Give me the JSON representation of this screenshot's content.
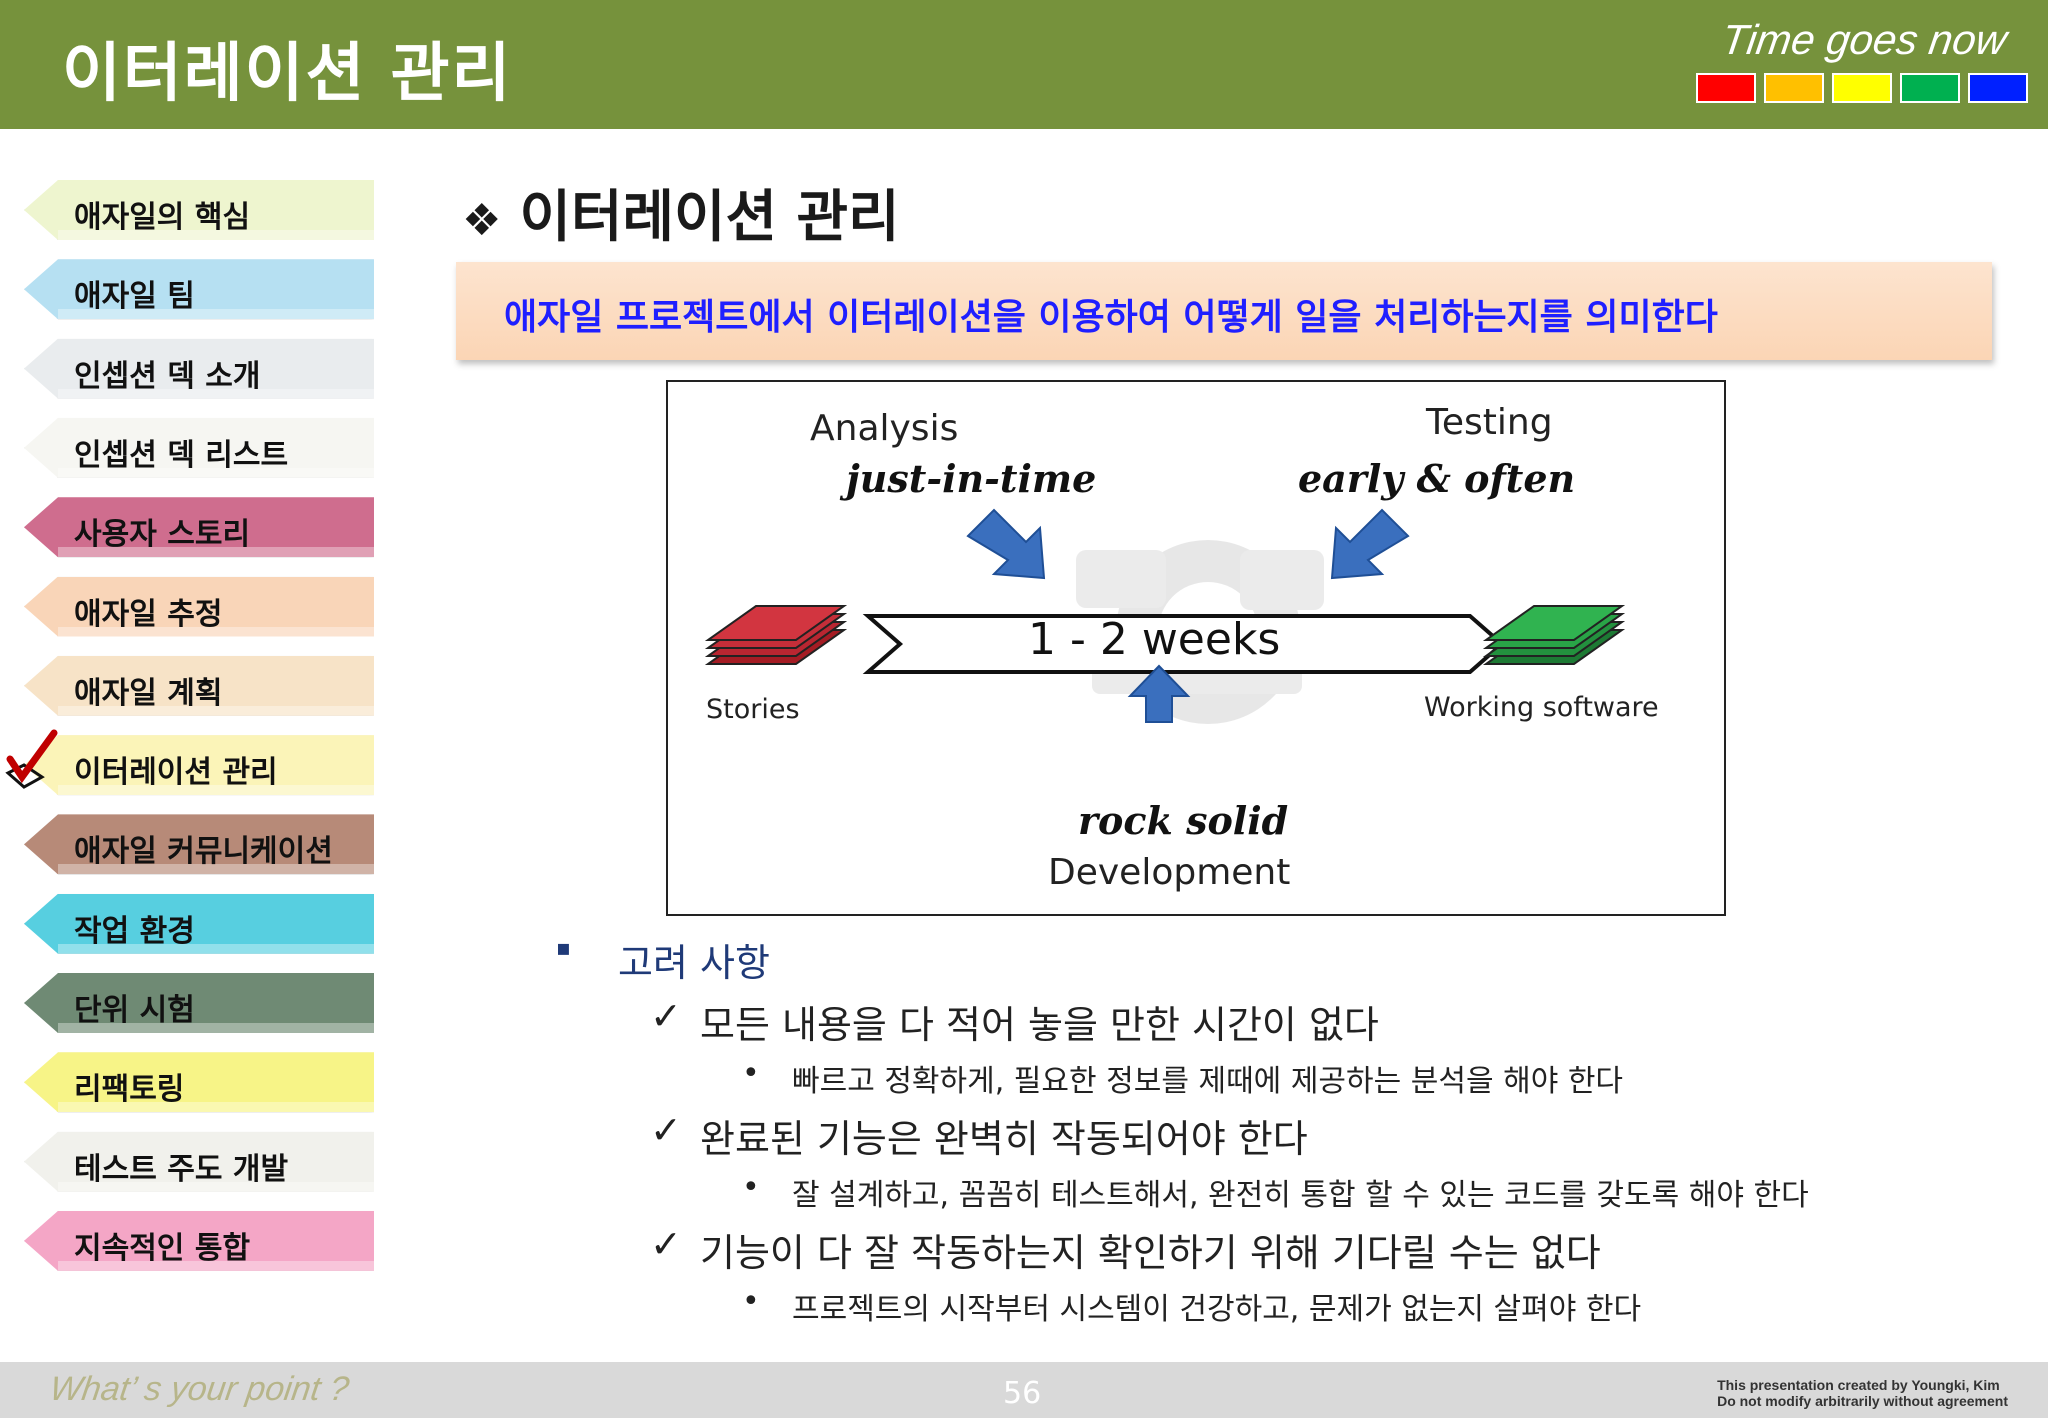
{
  "header": {
    "title": "이터레이션 관리",
    "tagline": "Time goes now",
    "swatch_colors": [
      "#ff0000",
      "#ffc000",
      "#ffff00",
      "#00b050",
      "#0020ff"
    ]
  },
  "sidebar": {
    "items": [
      {
        "label": "애자일의 핵심",
        "color": "#eef5cf",
        "selected": false
      },
      {
        "label": "애자일 팀",
        "color": "#b6e0f2",
        "selected": false
      },
      {
        "label": "인셉션 덱 소개",
        "color": "#e9ecee",
        "selected": false
      },
      {
        "label": "인셉션 덱 리스트",
        "color": "#f6f6f2",
        "selected": false
      },
      {
        "label": "사용자 스토리",
        "color": "#cf6d8e",
        "selected": false
      },
      {
        "label": "애자일 추정",
        "color": "#f9d5b8",
        "selected": false
      },
      {
        "label": "애자일 계획",
        "color": "#f7e3c7",
        "selected": false
      },
      {
        "label": "이터레이션 관리",
        "color": "#fbf4b8",
        "selected": true
      },
      {
        "label": "애자일 커뮤니케이션",
        "color": "#b78a78",
        "selected": false
      },
      {
        "label": "작업 환경",
        "color": "#57cfe0",
        "selected": false
      },
      {
        "label": "단위 시험",
        "color": "#6f8a74",
        "selected": false
      },
      {
        "label": "리팩토링",
        "color": "#f7f487",
        "selected": false
      },
      {
        "label": "테스트 주도 개발",
        "color": "#f1f1ec",
        "selected": false
      },
      {
        "label": "지속적인 통합",
        "color": "#f4a6c6",
        "selected": false
      }
    ]
  },
  "main": {
    "title": "이터레이션 관리",
    "title_bullet": "❖",
    "highlight": "애자일 프로젝트에서 이터레이션을 이용하여 어떻게 일을 처리하는지를 의미한다",
    "diagram": {
      "analysis": "Analysis",
      "analysis_note": "just-in-time",
      "testing": "Testing",
      "testing_note": "early & often",
      "center": "1 - 2 weeks",
      "stories": "Stories",
      "working": "Working software",
      "dev_note": "rock solid",
      "development": "Development"
    },
    "bullets": {
      "heading": "고려 사항",
      "heading_marker": "▪",
      "check_marker": "✓",
      "dot_marker": "•",
      "items": [
        {
          "text": "모든 내용을 다 적어 놓을 만한 시간이 없다",
          "sub": "빠르고 정확하게, 필요한 정보를 제때에 제공하는 분석을 해야 한다"
        },
        {
          "text": "완료된 기능은 완벽히 작동되어야 한다",
          "sub": "잘 설계하고, 꼼꼼히 테스트해서, 완전히 통합 할 수 있는 코드를 갖도록 해야 한다"
        },
        {
          "text": "기능이 다 잘 작동하는지 확인하기 위해 기다릴 수는 없다",
          "sub": "프로젝트의 시작부터 시스템이 건강하고, 문제가 없는지 살펴야 한다"
        }
      ]
    }
  },
  "footer": {
    "slogan": "What’ s your point ?",
    "page": "56",
    "credit_line1": "This presentation created by  Youngki, Kim",
    "credit_line2": "Do not modify arbitrarily without agreement"
  }
}
